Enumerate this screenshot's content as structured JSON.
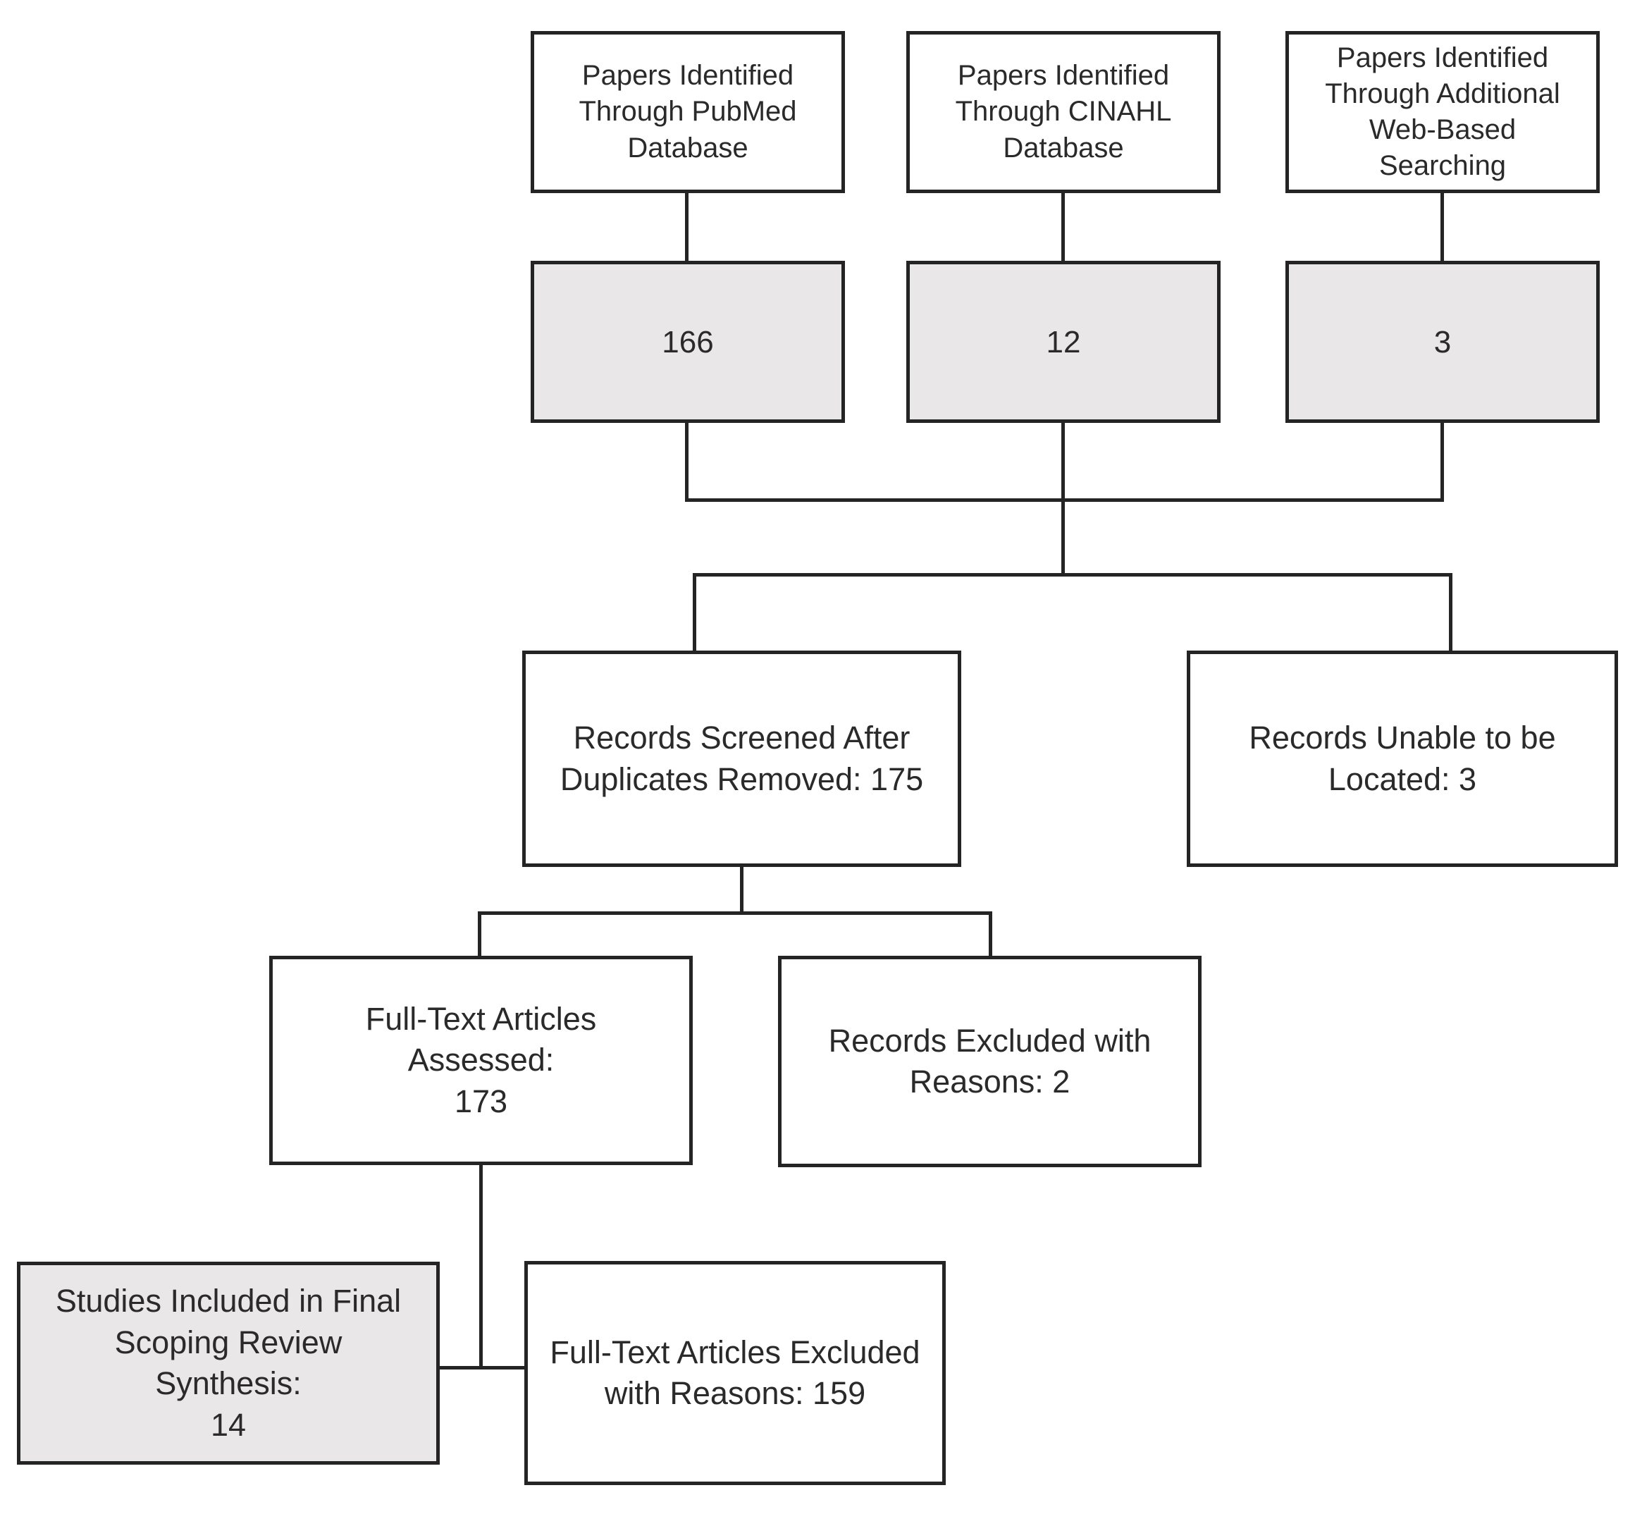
{
  "diagram_type": "flowchart",
  "colors": {
    "background": "#ffffff",
    "box_fill": "#ffffff",
    "box_fill_shaded": "#e9e7e7",
    "box_border": "#242424",
    "connector": "#242424",
    "text": "#2a2a2a"
  },
  "nodes": {
    "pubmed_source": {
      "label": "Papers Identified\nThrough PubMed\nDatabase"
    },
    "cinahl_source": {
      "label": "Papers Identified\nThrough CINAHL\nDatabase"
    },
    "web_source": {
      "label": "Papers Identified\nThrough Additional\nWeb-Based Searching"
    },
    "pubmed_count": {
      "label": "166"
    },
    "cinahl_count": {
      "label": "12"
    },
    "web_count": {
      "label": "3"
    },
    "records_screened": {
      "label": "Records Screened After\nDuplicates Removed: 175"
    },
    "records_unable": {
      "label": "Records Unable to be\nLocated: 3"
    },
    "fulltext_assessed": {
      "label": "Full-Text Articles Assessed:\n173"
    },
    "records_excluded": {
      "label": "Records Excluded with\nReasons: 2"
    },
    "studies_included": {
      "label": "Studies Included in Final\nScoping Review Synthesis:\n14"
    },
    "fulltext_excluded": {
      "label": "Full-Text Articles Excluded\nwith Reasons: 159"
    }
  },
  "edges": [
    {
      "from": "pubmed_source",
      "to": "pubmed_count"
    },
    {
      "from": "cinahl_source",
      "to": "cinahl_count"
    },
    {
      "from": "web_source",
      "to": "web_count"
    },
    {
      "from": "pubmed_count",
      "to": "records_screened"
    },
    {
      "from": "cinahl_count",
      "to": "records_screened"
    },
    {
      "from": "web_count",
      "to": "records_screened"
    },
    {
      "from": "merge",
      "to": "records_unable"
    },
    {
      "from": "records_screened",
      "to": "fulltext_assessed"
    },
    {
      "from": "records_screened",
      "to": "records_excluded"
    },
    {
      "from": "fulltext_assessed",
      "to": "studies_included"
    },
    {
      "from": "fulltext_assessed",
      "to": "fulltext_excluded"
    }
  ]
}
